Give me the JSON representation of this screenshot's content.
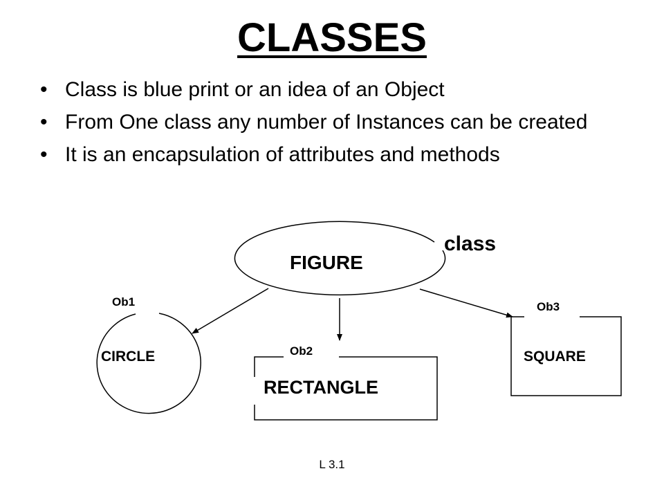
{
  "title": "CLASSES",
  "bullets": [
    "Class is blue print or an idea of an Object",
    "From One class any number of Instances can be created",
    "It is an encapsulation of attributes and methods"
  ],
  "bullet_glyph": "•",
  "diagram": {
    "class_node": "FIGURE",
    "class_tag": "class",
    "objects": [
      {
        "label": "CIRCLE",
        "tag": "Ob1"
      },
      {
        "label": "RECTANGLE",
        "tag": "Ob2"
      },
      {
        "label": "SQUARE",
        "tag": "Ob3"
      }
    ]
  },
  "footer": "L 3.1"
}
